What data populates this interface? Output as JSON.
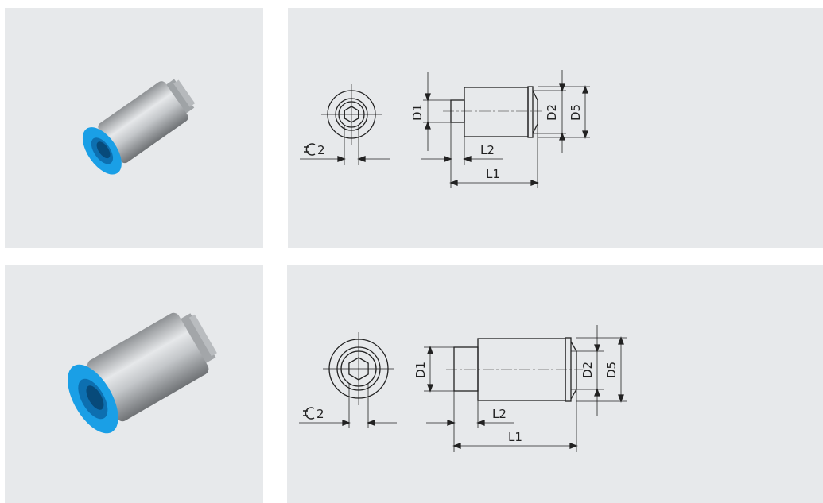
{
  "rows": [
    {
      "photo_label": "",
      "drawing": {
        "labels": {
          "d1": "D1",
          "d2": "D2",
          "d5": "D5",
          "l1": "L1",
          "l2": "L2",
          "wrench": "2"
        }
      }
    },
    {
      "photo_label": "",
      "drawing": {
        "labels": {
          "d1": "D1",
          "d2": "D2",
          "d5": "D5",
          "l1": "L1",
          "l2": "L2",
          "wrench": "2"
        }
      }
    }
  ],
  "colors": {
    "panel_bg": "#e7e9eb",
    "seal_blue": "#1a9fe6",
    "metal": "#b7babd",
    "line": "#222222"
  }
}
